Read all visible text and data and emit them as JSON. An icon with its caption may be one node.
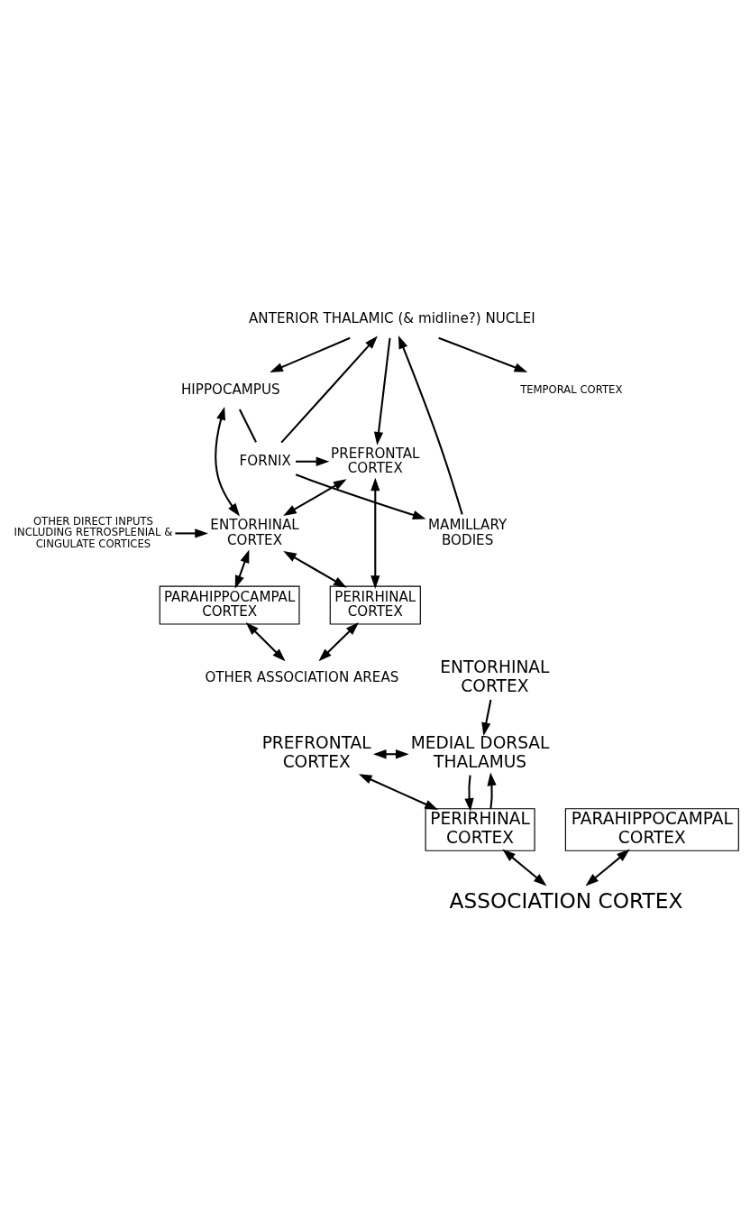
{
  "diagram": {
    "nodes": [
      {
        "text": [
          "ANTERIOR THALAMIC (& midline?) NUCLEI"
        ]
      },
      {
        "text": [
          "MAMILLARY BODIES"
        ]
      },
      {
        "text": [
          "PREFRONTAL CORTEX"
        ]
      },
      {
        "text": [
          "FORNIX"
        ]
      },
      {
        "text": [
          "HIPPOCAMPUS"
        ]
      },
      {
        "text": [
          "TEMPORAL CORTEX"
        ]
      },
      {
        "text": [
          "ENTORHINAL CORTEX"
        ]
      },
      {
        "text": [
          "OTHER DIRECT INPUTS INCLUDING RETROSPLENIAL & CINGULATE CORTICES"
        ]
      },
      {
        "text": [
          "PERIRHINAL CORTEX"
        ]
      },
      {
        "text": [
          "PARAHIPPOCAMPAL CORTEX"
        ]
      },
      {
        "text": [
          "OTHER ASSOCIATION AREAS"
        ]
      },
      {
        "text": [
          "PREFRONTAL CORTEX"
        ]
      },
      {
        "text": [
          "MEDIAL DORSAL THALAMUS"
        ]
      },
      {
        "text": [
          "ENTORHINAL CORTEX"
        ]
      },
      {
        "text": [
          "PERIRHINAL CORTEX"
        ]
      },
      {
        "text": [
          "PARAHIPPOCAMPAL CORTEX"
        ]
      },
      {
        "text": [
          "ASSOCIATION CORTEX"
        ]
      }
    ],
    "edges": [
      {
        "from": 1,
        "to": 0,
        "arrow": "to"
      },
      {
        "from": 3,
        "to": 0,
        "arrow": "to"
      },
      {
        "from": 3,
        "to": 1,
        "arrow": "to"
      },
      {
        "from": 4,
        "to": 3,
        "arrow": "none"
      },
      {
        "from": 3,
        "to": 2,
        "arrow": "to"
      },
      {
        "from": 0,
        "to": 2,
        "arrow": "to"
      },
      {
        "from": 0,
        "to": 4,
        "arrow": "to"
      },
      {
        "from": 0,
        "to": 5,
        "arrow": "to"
      },
      {
        "from": 4,
        "to": 6,
        "arrow": "both"
      },
      {
        "from": 2,
        "to": 6,
        "arrow": "both"
      },
      {
        "from": 2,
        "to": 8,
        "arrow": "both"
      },
      {
        "from": 7,
        "to": 6,
        "arrow": "to"
      },
      {
        "from": 6,
        "to": 8,
        "arrow": "both"
      },
      {
        "from": 6,
        "to": 9,
        "arrow": "both"
      },
      {
        "from": 8,
        "to": 10,
        "arrow": "both"
      },
      {
        "from": 9,
        "to": 10,
        "arrow": "both"
      },
      {
        "from": 11,
        "to": 12,
        "arrow": "both"
      },
      {
        "from": 11,
        "to": 14,
        "arrow": "both"
      },
      {
        "from": 14,
        "to": 12,
        "arrow": "to"
      },
      {
        "from": 13,
        "to": 12,
        "arrow": "to"
      },
      {
        "from": 12,
        "to": 14,
        "arrow": "to"
      },
      {
        "from": 14,
        "to": 16,
        "arrow": "both"
      },
      {
        "from": 15,
        "to": 16,
        "arrow": "both"
      }
    ]
  }
}
